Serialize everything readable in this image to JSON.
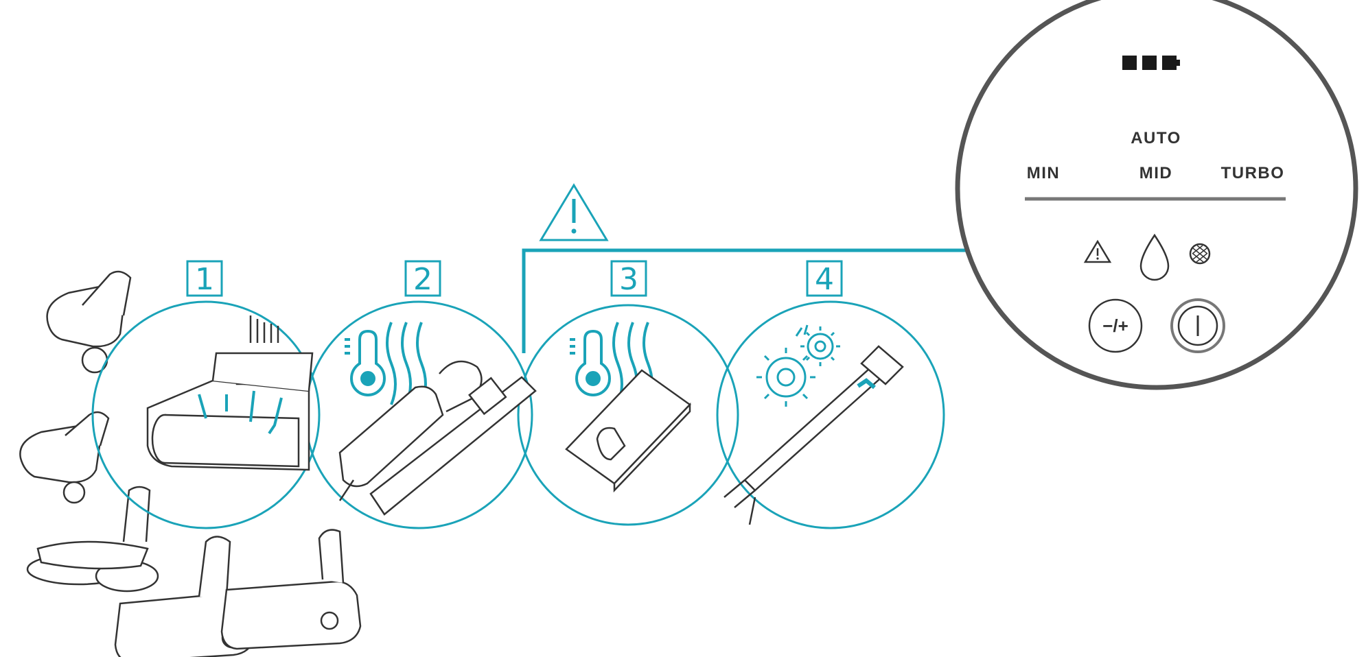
{
  "colors": {
    "accent": "#1aa3b8",
    "line": "#333333",
    "panel_border": "#555555",
    "background": "#ffffff"
  },
  "steps": [
    {
      "label": "1",
      "icon": "brush-roll-hair-icon"
    },
    {
      "label": "2",
      "icon": "hot-motor-handheld-icon"
    },
    {
      "label": "3",
      "icon": "hot-battery-icon"
    },
    {
      "label": "4",
      "icon": "gears-tube-blockage-icon"
    }
  ],
  "panel": {
    "battery_icon": "battery-three-bars-icon",
    "modes": {
      "auto": "AUTO",
      "min": "MIN",
      "mid": "MID",
      "turbo": "TURBO"
    },
    "indicators": [
      "warning-icon",
      "water-drop-icon",
      "filter-icon"
    ],
    "buttons": {
      "minus_plus": "−/+",
      "power_icon": "power-icon"
    }
  },
  "warning_icon": "warning-triangle-icon"
}
